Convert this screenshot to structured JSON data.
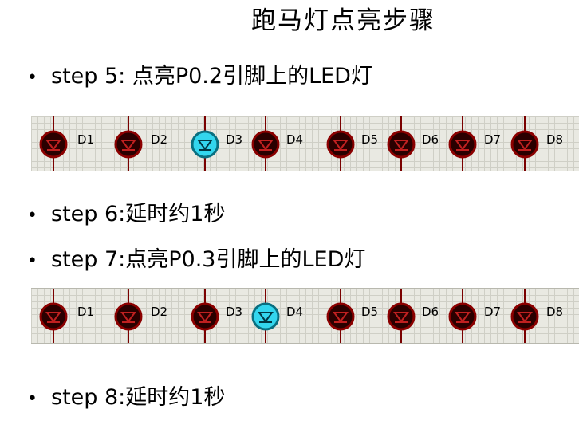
{
  "title": "跑马灯点亮步骤",
  "bullet_symbol": "•",
  "steps": [
    {
      "text": "step 5: 点亮P0.2引脚上的LED灯"
    },
    {
      "text": "step 6:延时约1秒"
    },
    {
      "text": "step 7:点亮P0.3引脚上的LED灯"
    },
    {
      "text": "step 8:延时约1秒"
    }
  ],
  "strips": [
    {
      "labels": [
        "D1",
        "D2",
        "D3",
        "D4",
        "D5",
        "D6",
        "D7",
        "D8"
      ],
      "lit_led": "D3"
    },
    {
      "labels": [
        "D1",
        "D2",
        "D3",
        "D4",
        "D5",
        "D6",
        "D7",
        "D8"
      ],
      "lit_led": "D4"
    }
  ],
  "colors": {
    "led_off_fill": "#2a0000",
    "led_off_ring": "#8b0000",
    "led_on_fill": "#33d6ee",
    "led_on_ring": "#0a6f80",
    "wire": "#7a0000"
  },
  "icons": {
    "led": "diode-symbol"
  }
}
